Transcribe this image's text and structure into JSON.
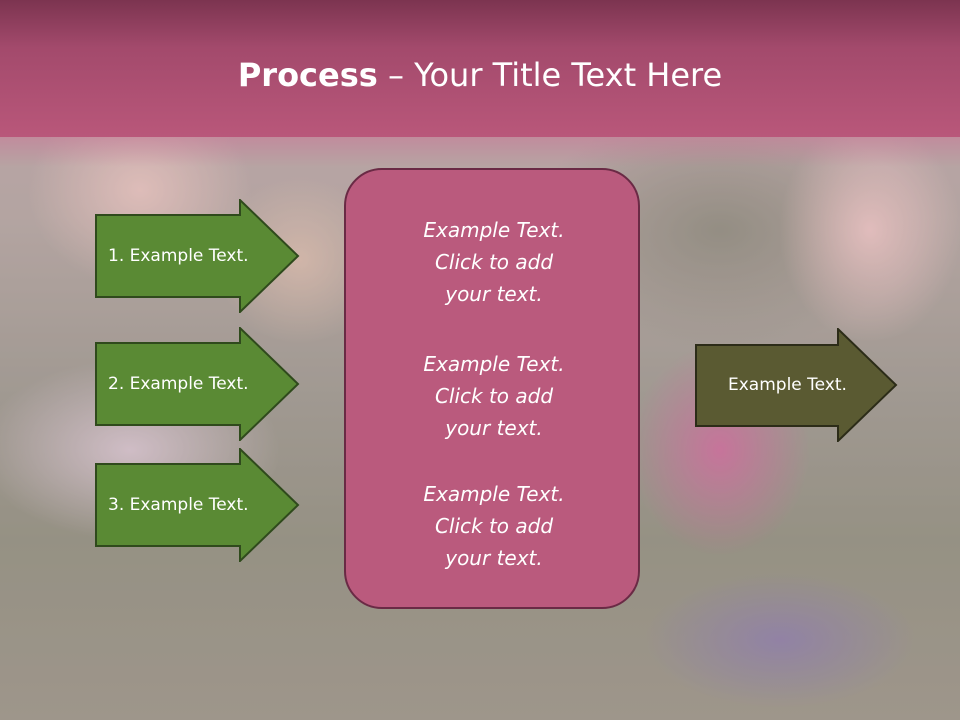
{
  "slide": {
    "title_bold": "Process",
    "title_rest": " – Your Title Text Here",
    "left_items": [
      {
        "label": "1. Example Text."
      },
      {
        "label": "2. Example Text."
      },
      {
        "label": "3. Example Text."
      }
    ],
    "center_blocks": [
      {
        "line1": "Example Text.",
        "line2": "Click  to add",
        "line3": "your text."
      },
      {
        "line1": "Example Text.",
        "line2": "Click  to add",
        "line3": "your text."
      },
      {
        "line1": "Example Text.",
        "line2": "Click  to add",
        "line3": "your text."
      }
    ],
    "right_item": {
      "label": "Example Text."
    }
  },
  "colors": {
    "title_bar": "#a34a6c",
    "green_arrow": "#5a8a34",
    "olive_arrow": "#5a5a32",
    "center_box": "#ba5a7d"
  }
}
